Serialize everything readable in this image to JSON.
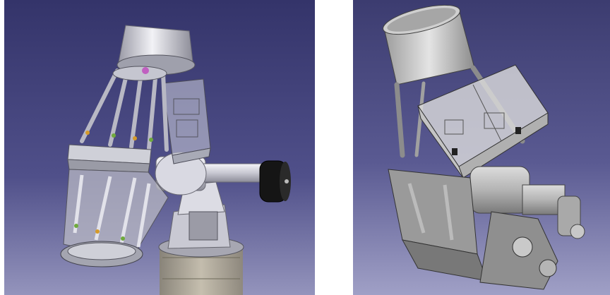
{
  "figure": {
    "panels": [
      {
        "id": "left",
        "subject": "telescope-cad-render",
        "background": "#4a4a7c"
      },
      {
        "id": "right",
        "subject": "telescope-cad-render",
        "background": "#4a4a7c"
      }
    ],
    "colors": {
      "background_top": "#3b3b6e",
      "background_bottom": "#8a8ab0",
      "metal_light": "#e6e6ec",
      "metal_mid": "#b9bac4",
      "metal_dark": "#7d7e88",
      "strut_gold": "#d59a2a",
      "strut_green": "#6faa3c",
      "counterweight": "#111111"
    }
  }
}
